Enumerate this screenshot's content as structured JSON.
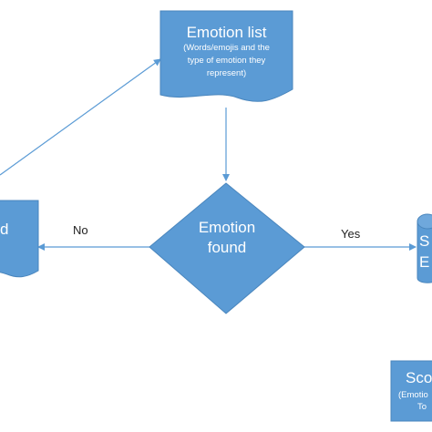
{
  "colors": {
    "shape_fill": "#5B9BD5",
    "shape_stroke": "#4A86BD",
    "connector": "#5B9BD5",
    "text_on_shape": "#ffffff",
    "edge_label_text": "#222222"
  },
  "nodes": {
    "emotion_list": {
      "title": "Emotion list",
      "description_line1": "(Words/emojis and the",
      "description_line2": "type of emotion they",
      "description_line3": "represent)"
    },
    "decision": {
      "line1": "Emotion",
      "line2": "found"
    },
    "left_document": {
      "visible_text": "d"
    },
    "right_database": {
      "visible_text_line1": "S",
      "visible_text_line2": "E"
    },
    "bottom_right_box": {
      "visible_title": "Sco",
      "visible_line1": "(Emotio",
      "visible_line2": "To"
    }
  },
  "edges": {
    "no_label": "No",
    "yes_label": "Yes"
  }
}
